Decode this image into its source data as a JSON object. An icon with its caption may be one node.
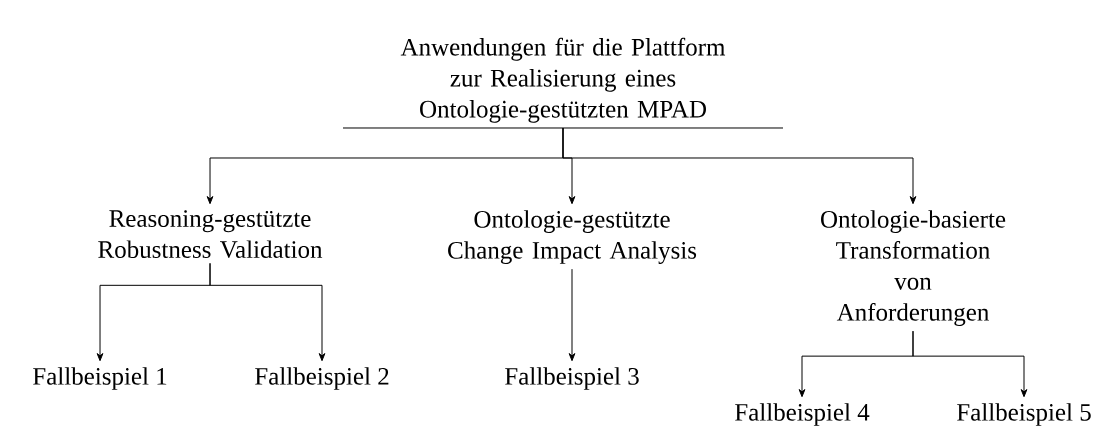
{
  "diagram": {
    "nodes": [
      {
        "text": [
          "Anwendungen für die Plattform zur Realisierung eines Ontologie-gestützten MPAD"
        ]
      },
      {
        "text": [
          "Reasoning-gestützte Robustness Validation"
        ]
      },
      {
        "text": [
          "Ontologie-gestützte Change Impact Analysis"
        ]
      },
      {
        "text": [
          "Ontologie-basierte Transformation von Anforderungen"
        ]
      },
      {
        "text": [
          "Fallbeispiel 1"
        ]
      },
      {
        "text": [
          "Fallbeispiel 2"
        ]
      },
      {
        "text": [
          "Fallbeispiel 3"
        ]
      },
      {
        "text": [
          "Fallbeispiel 4"
        ]
      },
      {
        "text": [
          "Fallbeispiel 5"
        ]
      }
    ],
    "edges": [
      {
        "from": 0,
        "to": 1,
        "arrow": "to"
      },
      {
        "from": 0,
        "to": 2,
        "arrow": "to"
      },
      {
        "from": 0,
        "to": 3,
        "arrow": "to"
      },
      {
        "from": 1,
        "to": 4,
        "arrow": "to"
      },
      {
        "from": 1,
        "to": 5,
        "arrow": "to"
      },
      {
        "from": 2,
        "to": 6,
        "arrow": "to"
      },
      {
        "from": 3,
        "to": 7,
        "arrow": "to"
      },
      {
        "from": 3,
        "to": 8,
        "arrow": "to"
      }
    ]
  }
}
